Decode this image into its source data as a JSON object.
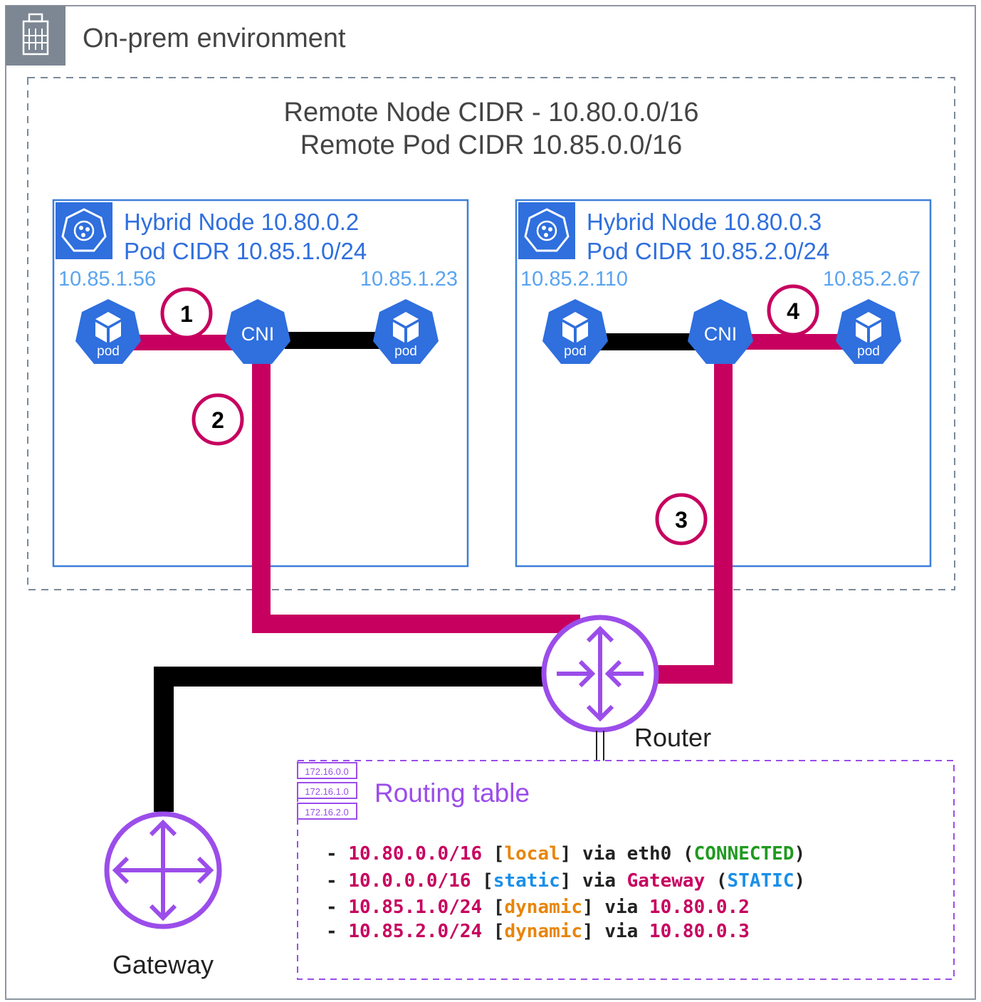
{
  "environment": {
    "title": "On-prem environment",
    "icon": "building-icon"
  },
  "cidr": {
    "line1": "Remote Node CIDR - 10.80.0.0/16",
    "line2": "Remote Pod CIDR 10.85.0.0/16"
  },
  "node1": {
    "title": "Hybrid Node 10.80.0.2",
    "subtitle": "Pod CIDR 10.85.1.0/24",
    "icon": "kubernetes-node-icon",
    "pod_left_ip": "10.85.1.56",
    "pod_right_ip": "10.85.1.23",
    "cni_label": "CNI",
    "pod_label": "pod"
  },
  "node2": {
    "title": "Hybrid Node 10.80.0.3",
    "subtitle": "Pod CIDR 10.85.2.0/24",
    "icon": "kubernetes-node-icon",
    "pod_left_ip": "10.85.2.110",
    "pod_right_ip": "10.85.2.67",
    "cni_label": "CNI",
    "pod_label": "pod"
  },
  "steps": [
    "1",
    "2",
    "3",
    "4"
  ],
  "router": {
    "label": "Router",
    "icon": "router-icon"
  },
  "gateway": {
    "label": "Gateway",
    "icon": "gateway-icon"
  },
  "routing_table": {
    "title": "Routing table",
    "icon": "route-table-icon",
    "icon_rows": [
      "172.16.0.0",
      "172.16.1.0",
      "172.16.2.0"
    ],
    "rows": [
      {
        "dash": "- ",
        "cidr": "10.80.0.0/16",
        "open": " [",
        "type": "local",
        "close": "] via ",
        "via": "eth0",
        "status_open": " (",
        "status": "CONNECTED",
        "status_close": ")"
      },
      {
        "dash": "- ",
        "cidr": "10.0.0.0/16",
        "open": " [",
        "type": "static",
        "close": "] via ",
        "via": "Gateway",
        "status_open": " (",
        "status": "STATIC",
        "status_close": ")"
      },
      {
        "dash": "- ",
        "cidr": "10.85.1.0/24",
        "open": " [",
        "type": "dynamic",
        "close": "] via ",
        "via": "10.80.0.2",
        "status_open": "",
        "status": "",
        "status_close": ""
      },
      {
        "dash": "- ",
        "cidr": "10.85.2.0/24",
        "open": " [",
        "type": "dynamic",
        "close": "] via ",
        "via": "10.80.0.3",
        "status_open": "",
        "status": "",
        "status_close": ""
      }
    ]
  },
  "colors": {
    "path": "#c7005f",
    "link": "#000000",
    "k8s_blue": "#2f6fde",
    "node_border": "#3d7fd9",
    "ip_text": "#5aa4f0",
    "purple": "#9b4dea",
    "local": "#e8850b",
    "static": "#1a8fe8",
    "connected": "#1f9a1f",
    "dash_border": "#7a8a99",
    "env_border": "#8d96a0",
    "env_icon_bg": "#7d8793"
  }
}
